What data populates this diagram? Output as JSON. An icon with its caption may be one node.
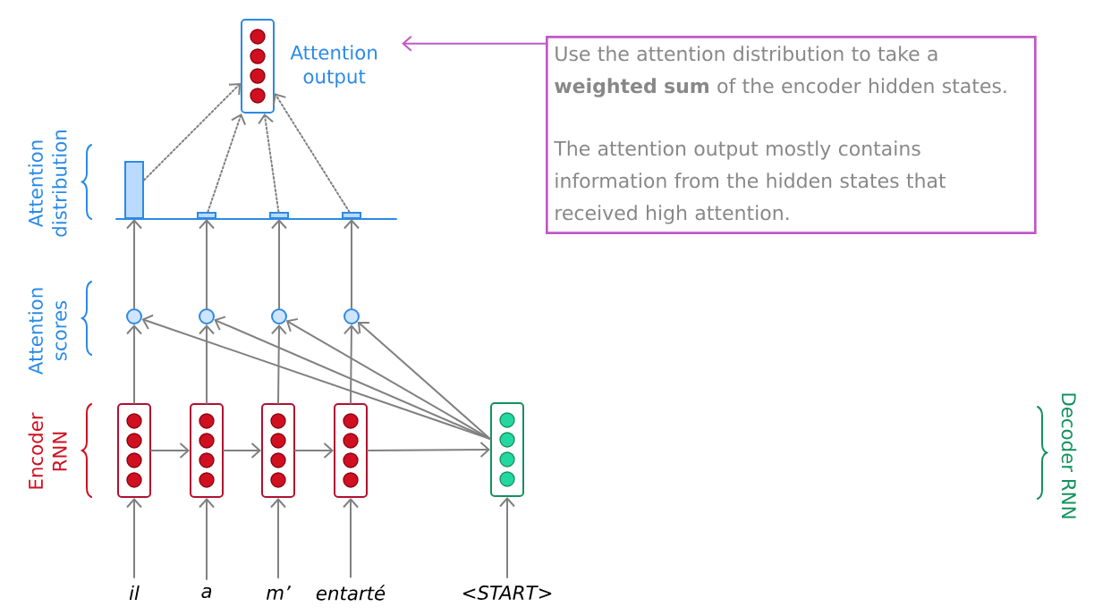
{
  "diagram": {
    "nodes": [
      {
        "text": [],
        "shape": "box",
        "beside": [
          "Attention output"
        ]
      },
      {
        "text": [
          "Use the attention distribution to take a **weighted sum** of the encoder hidden states.",
          "The attention output mostly contains information from the hidden states that received high attention."
        ]
      },
      {
        "text": [],
        "shape": "bar"
      },
      {
        "text": [],
        "shape": "bar"
      },
      {
        "text": [],
        "shape": "bar"
      },
      {
        "text": [],
        "shape": "bar"
      },
      {
        "text": [],
        "shape": "circle"
      },
      {
        "text": [],
        "shape": "circle"
      },
      {
        "text": [],
        "shape": "circle"
      },
      {
        "text": [],
        "shape": "circle"
      },
      {
        "text": [],
        "shape": "box"
      },
      {
        "text": [],
        "shape": "box"
      },
      {
        "text": [],
        "shape": "box"
      },
      {
        "text": [],
        "shape": "box"
      },
      {
        "text": [],
        "shape": "box"
      },
      {
        "text": [
          "il"
        ]
      },
      {
        "text": [
          "a"
        ]
      },
      {
        "text": [
          "m’"
        ]
      },
      {
        "text": [
          "entarté"
        ]
      },
      {
        "text": [
          "<START>"
        ]
      }
    ],
    "edges": [
      {
        "from": 1,
        "to": 0,
        "arrow": "to",
        "color": "#c058c8"
      },
      {
        "from": 2,
        "to": 0,
        "arrow": "to",
        "style": "dashed"
      },
      {
        "from": 3,
        "to": 0,
        "arrow": "to",
        "style": "dashed"
      },
      {
        "from": 4,
        "to": 0,
        "arrow": "to",
        "style": "dashed"
      },
      {
        "from": 5,
        "to": 0,
        "arrow": "to",
        "style": "dashed"
      },
      {
        "from": 6,
        "to": 2,
        "arrow": "to"
      },
      {
        "from": 7,
        "to": 3,
        "arrow": "to"
      },
      {
        "from": 8,
        "to": 4,
        "arrow": "to"
      },
      {
        "from": 9,
        "to": 5,
        "arrow": "to"
      },
      {
        "from": 10,
        "to": 6,
        "arrow": "to"
      },
      {
        "from": 11,
        "to": 7,
        "arrow": "to"
      },
      {
        "from": 12,
        "to": 8,
        "arrow": "to"
      },
      {
        "from": 13,
        "to": 9,
        "arrow": "to"
      },
      {
        "from": 14,
        "to": 6,
        "arrow": "to"
      },
      {
        "from": 14,
        "to": 7,
        "arrow": "to"
      },
      {
        "from": 14,
        "to": 8,
        "arrow": "to"
      },
      {
        "from": 14,
        "to": 9,
        "arrow": "to"
      },
      {
        "from": 10,
        "to": 11,
        "arrow": "to"
      },
      {
        "from": 11,
        "to": 12,
        "arrow": "to"
      },
      {
        "from": 12,
        "to": 13,
        "arrow": "to"
      },
      {
        "from": 13,
        "to": 14,
        "arrow": "to"
      },
      {
        "from": 15,
        "to": 10,
        "arrow": "to"
      },
      {
        "from": 16,
        "to": 11,
        "arrow": "to"
      },
      {
        "from": 17,
        "to": 12,
        "arrow": "to"
      },
      {
        "from": 18,
        "to": 13,
        "arrow": "to"
      },
      {
        "from": 19,
        "to": 14,
        "arrow": "to"
      }
    ],
    "labels": [
      "Attention distribution",
      "Attention scores",
      "Encoder RNN",
      "Decoder RNN"
    ]
  }
}
